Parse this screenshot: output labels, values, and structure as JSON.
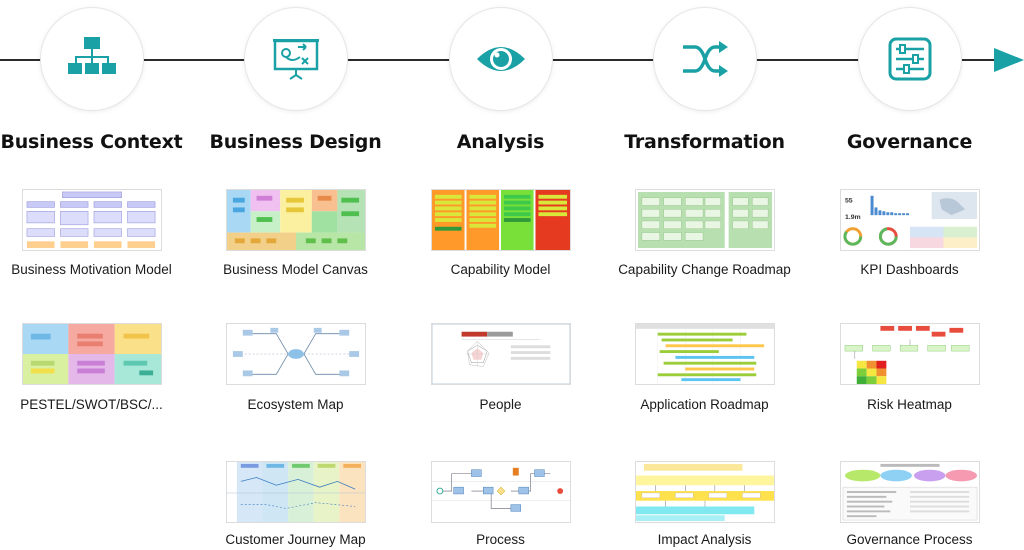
{
  "accent_color": "#1aa1a6",
  "stages": [
    {
      "title": "Business Context",
      "icon": "org-chart-icon",
      "items": [
        "Business Motivation Model",
        "PESTEL/SWOT/BSC/...",
        ""
      ]
    },
    {
      "title": "Business Design",
      "icon": "presentation-board-icon",
      "items": [
        "Business Model Canvas",
        "Ecosystem Map",
        "Customer Journey Map"
      ]
    },
    {
      "title": "Analysis",
      "icon": "eye-icon",
      "items": [
        "Capability Model",
        "People",
        "Process"
      ]
    },
    {
      "title": "Transformation",
      "icon": "shuffle-icon",
      "items": [
        "Capability Change Roadmap",
        "Application Roadmap",
        "Impact Analysis"
      ]
    },
    {
      "title": "Governance",
      "icon": "sliders-panel-icon",
      "items": [
        "KPI Dashboards",
        "Risk Heatmap",
        "Governance Process"
      ]
    }
  ],
  "kpi": {
    "value_a": "55",
    "value_b": "1.9m"
  }
}
